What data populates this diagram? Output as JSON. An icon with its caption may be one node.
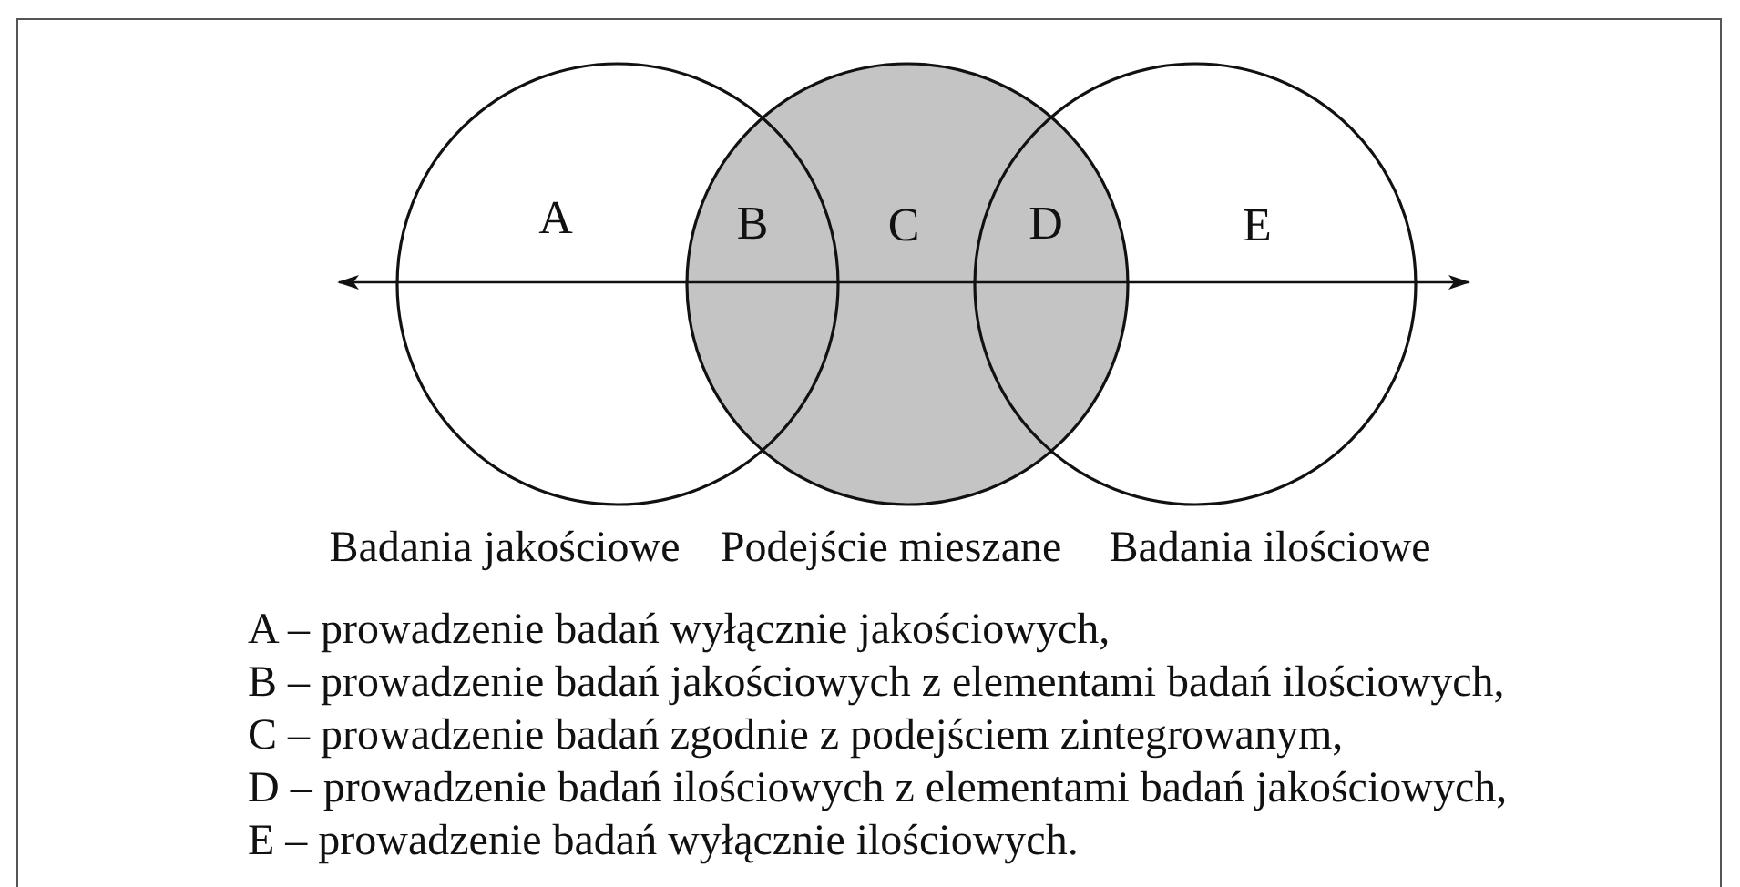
{
  "diagram": {
    "nodes": [
      {
        "text": [
          "A"
        ],
        "beside": [
          "Badania jakościowe"
        ]
      },
      {
        "text": [
          "C"
        ],
        "beside": [
          "Podejście mieszane"
        ]
      },
      {
        "text": [
          "E"
        ],
        "beside": [
          "Badania ilościowe"
        ]
      }
    ],
    "edges": [],
    "labels": [
      "B",
      "D",
      "A – prowadzenie badań wyłącznie jakościowych,",
      "B – prowadzenie badań jakościowych z elementami badań ilościowych,",
      "C – prowadzenie badań zgodnie z podejściem zintegrowanym,",
      "D – prowadzenie badań ilościowych z elementami badań jakościowych,",
      "E – prowadzenie badań wyłącznie ilościowych."
    ]
  }
}
